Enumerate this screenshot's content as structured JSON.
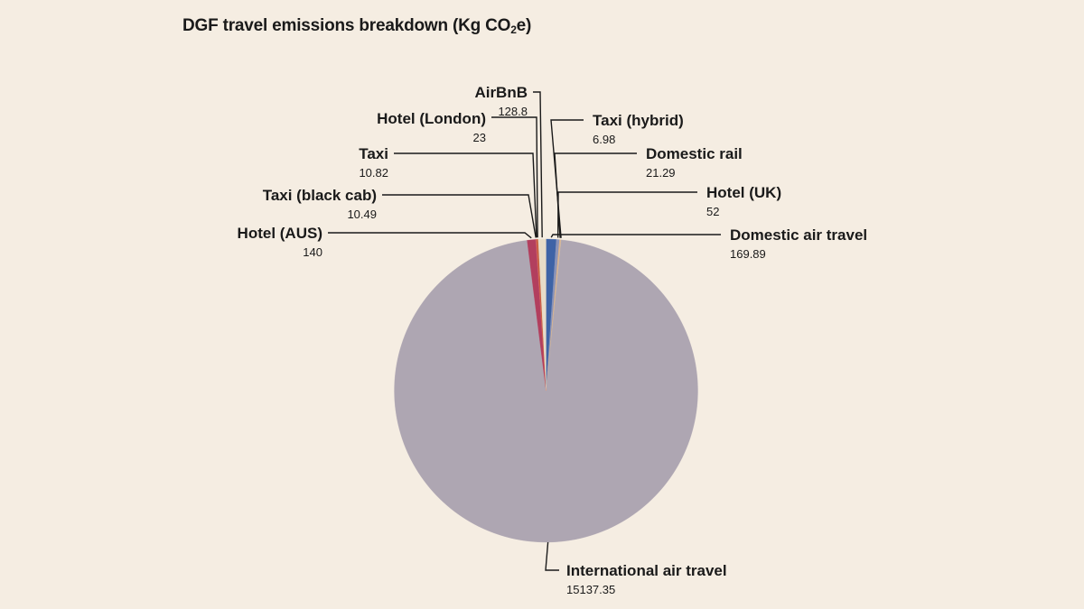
{
  "title": {
    "prefix": "DGF travel emissions breakdown (Kg CO",
    "subscript": "2",
    "suffix": "e)"
  },
  "chart_data": {
    "type": "pie",
    "title": "DGF travel emissions breakdown (Kg CO2e)",
    "slices": [
      {
        "label": "Domestic air travel",
        "value": 169.89,
        "value_text": "169.89",
        "color": "#3e63a6"
      },
      {
        "label": "Hotel (UK)",
        "value": 52,
        "value_text": "52",
        "color": "#8a93b8"
      },
      {
        "label": "Domestic rail",
        "value": 21.29,
        "value_text": "21.29",
        "color": "#d8b08a"
      },
      {
        "label": "Taxi (hybrid)",
        "value": 6.98,
        "value_text": "6.98",
        "color": "#e0c39a"
      },
      {
        "label": "International air travel",
        "value": 15137.35,
        "value_text": "15137.35",
        "color": "#aea6b2"
      },
      {
        "label": "Hotel (AUS)",
        "value": 140,
        "value_text": "140",
        "color": "#b23f5e"
      },
      {
        "label": "Taxi (black cab)",
        "value": 10.49,
        "value_text": "10.49",
        "color": "#c6506a"
      },
      {
        "label": "Taxi",
        "value": 10.82,
        "value_text": "10.82",
        "color": "#d86a4a"
      },
      {
        "label": "Hotel (London)",
        "value": 23,
        "value_text": "23",
        "color": "#c45a3c"
      },
      {
        "label": "AirBnB",
        "value": 128.8,
        "value_text": "128.8",
        "color": "#e7dcc8"
      }
    ]
  }
}
